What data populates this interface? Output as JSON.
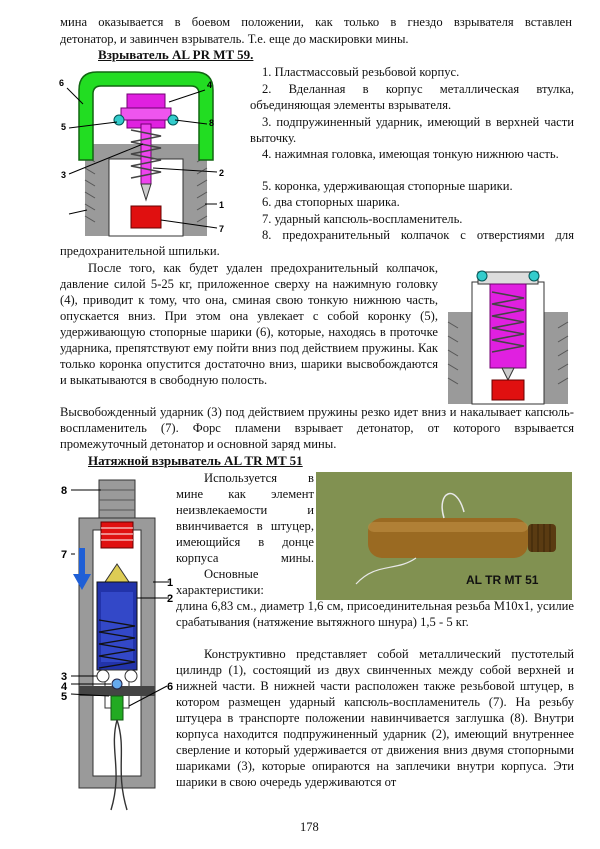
{
  "intro": {
    "line1": "мина оказывается в боевом положении, как только в гнездо взрывателя вставлен",
    "line2": "детонатор, и завинчен взрыватель. Т.е. еще до маскировки мины."
  },
  "section1": {
    "heading": "Взрыватель AL PR MT 59.",
    "items": [
      "1. Пластмассовый резьбовой корпус.",
      "2. Вделанная в корпус металлическая втулка, объединяющая элементы взрывателя.",
      "3. подпружиненный ударник, имеющий в верхней части выточку.",
      "4. нажимная головка, имеющая тонкую нижнюю часть.",
      "5. коронка, удерживающая стопорные шарики.",
      "6. два стопорных шарика.",
      "7. ударный капсюль-воспламенитель.",
      "8. предохранительный колпачок с отверстиями для предохранительной шпильки."
    ],
    "fig_labels": [
      "6",
      "4",
      "5",
      "8",
      "3",
      "2",
      "1",
      "7"
    ],
    "paragraph_wrap": "После того, как будет удален предохранительный колпачок, давление силой 5-25 кг, приложенное сверху на нажимную головку (4), приводит к тому, что она, сминая свою тонкую нижнюю часть, опускается вниз. При этом она увлекает с собой коронку (5), удерживающую стопорные шарики (6), которые, находясь в проточке ударника, препятствуют ему пойти вниз под действием пружины. Как только коронка опустится достаточно вниз, шарики высвобождаются и выкатываются в свободную полость.",
    "paragraph_full": "Высвобожденный ударник (3) под действием пружины резко идет вниз и накалывает капсюль-воспламенитель (7). Форс пламени взрывает детонатор, от которого взрывается промежуточный детонатор и основной заряд мины."
  },
  "section2": {
    "heading": "Натяжной взрыватель AL TR MT 51",
    "photo_label": "AL TR MT 51",
    "fig_labels": [
      "8",
      "7",
      "1",
      "2",
      "3",
      "4",
      "5",
      "6"
    ],
    "p1": "Используется в мине как элемент неизвлекаемости и ввинчивается в штуцер, имеющийся в донце корпуса мины.",
    "p2": "Основные характеристики:",
    "p3": "длина 6,83 см., диаметр 1,6 см, присоединительная резьба М10х1, усилие срабатывания (натяжение вытяжного шнура) 1,5 - 5 кг.",
    "p4": "Конструктивно представляет собой металлический пустотелый цилиндр (1), состоящий из двух свинченных между собой верхней и нижней части. В нижней части расположен также резьбовой штуцер, в котором размещен ударный капсюль-воспламенитель (7). На резьбу штуцера в транспорте положении навинчивается заглушка (8). Внутри корпуса находится подпружиненный ударник (2), имеющий внутреннее сверление и который удерживается от движения вниз двумя стопорными шариками (3), которые опираются на заплечики внутри корпуса. Эти шарики в свою очередь удерживаются от"
  },
  "page_number": "178"
}
